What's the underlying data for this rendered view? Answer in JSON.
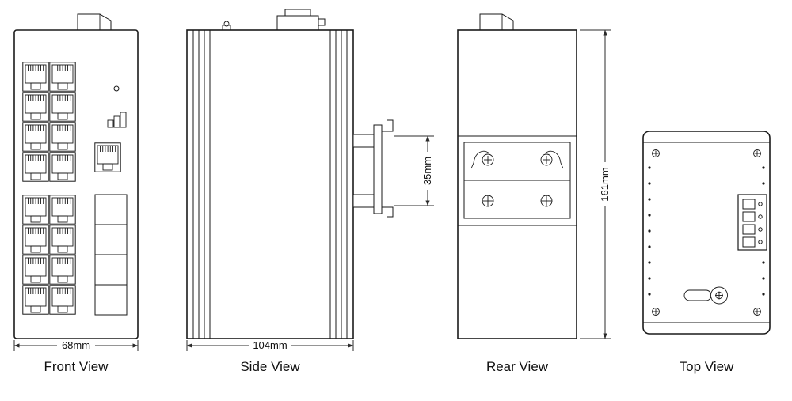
{
  "views": {
    "front": {
      "label": "Front View",
      "dim_width": "68mm"
    },
    "side": {
      "label": "Side View",
      "dim_width": "104mm",
      "dim_rail": "35mm"
    },
    "rear": {
      "label": "Rear View",
      "dim_height": "161mm"
    },
    "top": {
      "label": "Top View"
    }
  }
}
